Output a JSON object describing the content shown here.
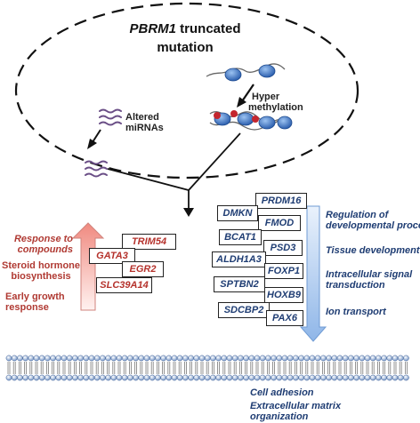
{
  "title": {
    "gene": "PBRM1",
    "rest": "truncated",
    "line2": "mutation"
  },
  "labels": {
    "altered_1": "Altered",
    "altered_2": "miRNAs",
    "hyper_1": "Hyper",
    "hyper_2": "methylation"
  },
  "up_genes": [
    "TRIM54",
    "GATA3",
    "EGR2",
    "SLC39A14"
  ],
  "up_processes": {
    "response_1": "Response to",
    "response_2": "compounds",
    "steroid_1": "Steroid hormone",
    "steroid_2": "biosynthesis",
    "early_1": "Early growth",
    "early_2": "response"
  },
  "down_genes": [
    "PRDM16",
    "DMKN",
    "FMOD",
    "BCAT1",
    "PSD3",
    "ALDH1A3",
    "FOXP1",
    "SPTBN2",
    "HOXB9",
    "SDCBP2",
    "PAX6"
  ],
  "down_processes": {
    "reg_1": "Regulation of",
    "reg_2": "developmental process",
    "tissue": "Tissue development",
    "intra_1": "Intracellular signal",
    "intra_2": "transduction",
    "ion": "Ion transport"
  },
  "membrane_processes": {
    "adhesion": "Cell adhesion",
    "ecm_1": "Extracellular matrix",
    "ecm_2": "organization"
  },
  "colors": {
    "up": "#b5322c",
    "down": "#1f3d73",
    "nucleosome": "#3a73c8",
    "methyl": "#c4262e"
  }
}
